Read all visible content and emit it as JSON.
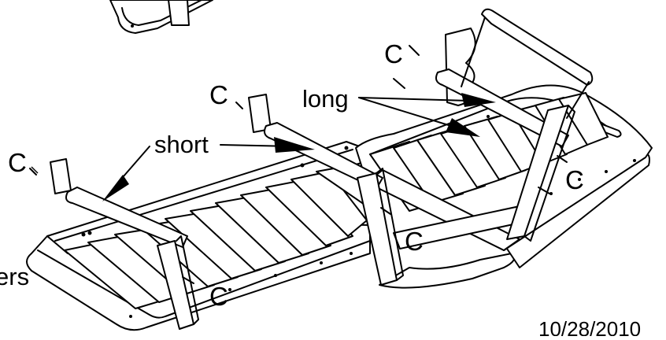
{
  "labels": {
    "c": "C",
    "long": "long",
    "short": "short",
    "ers": "ers"
  },
  "date": "10/28/2010",
  "colors": {
    "ink": "#000000",
    "paper": "#ffffff"
  }
}
